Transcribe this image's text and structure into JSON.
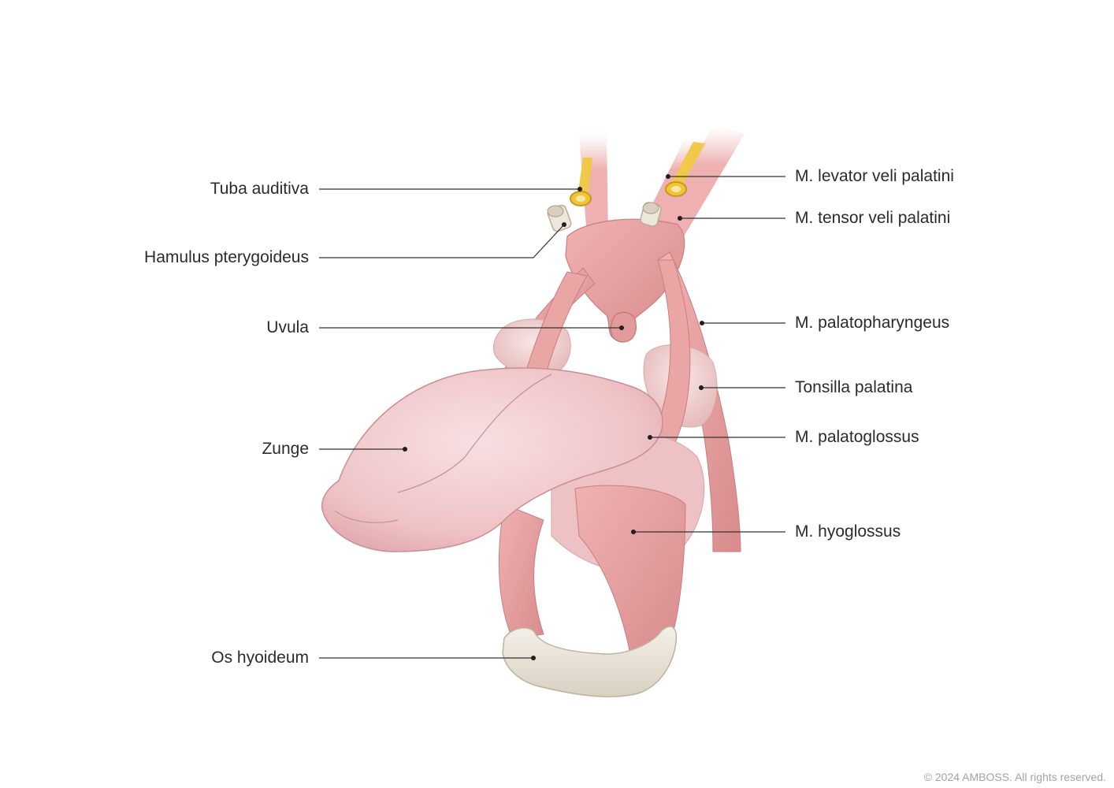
{
  "labels": {
    "tuba_auditiva": "Tuba auditiva",
    "hamulus_pterygoideus": "Hamulus pterygoideus",
    "uvula": "Uvula",
    "zunge": "Zunge",
    "os_hyoideum": "Os hyoideum",
    "levator_veli_palatini": "M. levator veli palatini",
    "tensor_veli_palatini": "M. tensor veli palatini",
    "palatopharyngeus": "M. palatopharyngeus",
    "tonsilla_palatina": "Tonsilla palatina",
    "palatoglossus": "M. palatoglossus",
    "hyoglossus": "M. hyoglossus"
  },
  "copyright": "© 2024 AMBOSS. All rights reserved.",
  "colors": {
    "muscle": "#e8a3a3",
    "muscle_dark": "#d98b8c",
    "tongue": "#f1c9cb",
    "tonsil": "#f1d6d5",
    "bone": "#ebe5da",
    "tube": "#f1c53a",
    "leader_line": "#333333"
  }
}
